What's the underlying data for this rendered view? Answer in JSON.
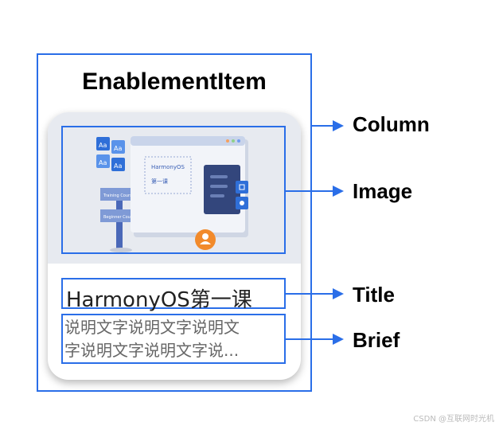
{
  "diagram": {
    "component_name": "EnablementItem",
    "card": {
      "illustration_text": {
        "window_title": "HarmonyOS",
        "window_subtitle": "第一课",
        "sign_top": "Training Courses",
        "sign_bottom": "Beginner Courses",
        "font_tiles": [
          "Aa",
          "Aa",
          "Aa",
          "Aa"
        ]
      },
      "title": "HarmonyOS第一课",
      "brief_line_1": "说明文字说明文字说明文",
      "brief_line_2": "字说明文字说明文字说..."
    },
    "callouts": [
      {
        "label": "Column"
      },
      {
        "label": "Image"
      },
      {
        "label": "Title"
      },
      {
        "label": "Brief"
      }
    ],
    "accent_color": "#2a6ee8",
    "watermark": "CSDN @互联网时光机"
  }
}
